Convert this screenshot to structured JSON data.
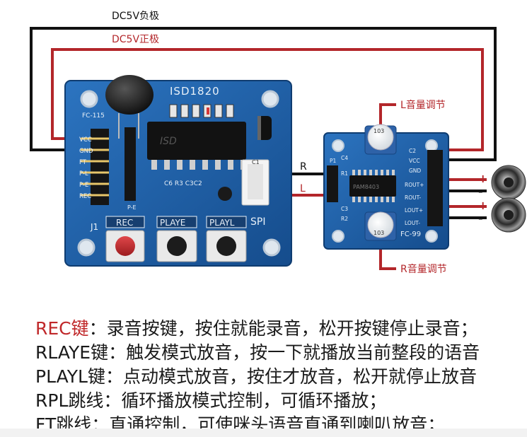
{
  "labels": {
    "dc_neg": "DC5V负极",
    "dc_pos": "DC5V正极",
    "l_volume": "L音量调节",
    "r_volume": "R音量调节",
    "wire_r": "R",
    "wire_l": "L"
  },
  "board_isd": {
    "title": "ISD1820",
    "model": "FC-115",
    "chip_text": "ISD",
    "pins": [
      "VCC",
      "GND",
      "FT",
      "P-L",
      "P-E",
      "REC"
    ],
    "parts": "C6 R3 C3C2",
    "j1": "J1",
    "buttons": [
      "REC",
      "PLAYE",
      "PLAYL"
    ],
    "spi": "SPI",
    "c1": "C1",
    "pe": "P-E"
  },
  "board_amp": {
    "model": "FC-99",
    "pot_top": "103",
    "pot_bottom": "103",
    "pins": [
      "C2",
      "VCC",
      "GND",
      "ROUT+",
      "ROUT-",
      "LOUT+",
      "LOUT-"
    ],
    "chip_text": "PAM8403",
    "small_labels": [
      "C4",
      "C3",
      "R1",
      "R2"
    ],
    "p1": "P1"
  },
  "polarity": [
    "+",
    "-",
    "+",
    "-"
  ],
  "desc": [
    {
      "term": "REC键",
      "text": "：录音按键，按住就能录音，松开按键停止录音；"
    },
    {
      "term": "RLAYE键",
      "text": "：触发模式放音，按一下就播放当前整段的语音"
    },
    {
      "term": "PLAYL键",
      "text": "：点动模式放音，按住才放音，松开就停止放音"
    },
    {
      "term": "RPL跳线",
      "text": "：循环播放模式控制，可循环播放；"
    },
    {
      "term": "FT跳线",
      "text": "：直通控制，可使咪头语音直通到喇叭放音；"
    }
  ],
  "colors": {
    "pcb": "#1d5fa8",
    "red_wire": "#b3262a",
    "black_wire": "#111111",
    "rec_red": "#c0282a"
  }
}
